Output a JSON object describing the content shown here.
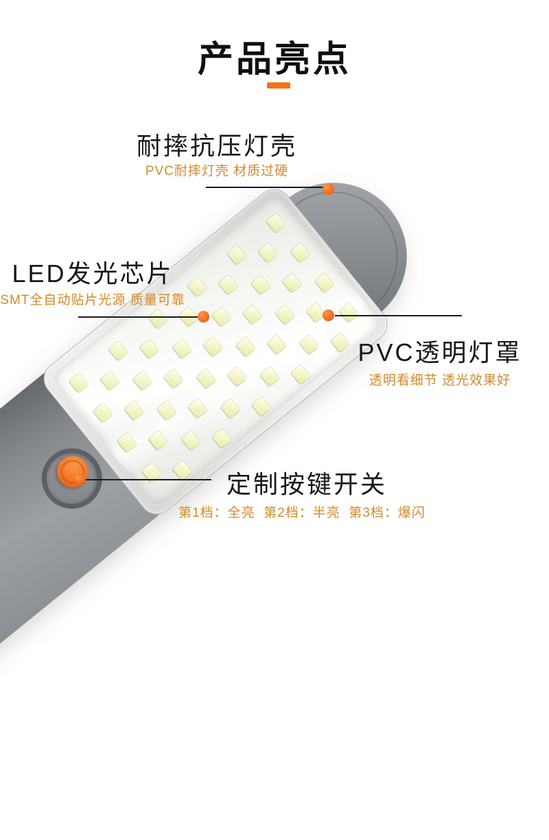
{
  "title": {
    "text": "产品亮点"
  },
  "callouts": {
    "shell": {
      "label": "耐摔抗压灯壳",
      "sub": "PVC耐摔灯壳 材质过硬"
    },
    "led": {
      "label": "LED发光芯片",
      "sub": "SMT全自动贴片光源 质量可靠"
    },
    "cover": {
      "label": "PVC透明灯罩",
      "sub": "透明看细节 透光效果好"
    },
    "switch": {
      "label": "定制按键开关",
      "sub": "第1档：全亮  第2档：半亮  第3档：爆闪"
    }
  },
  "colors": {
    "background": "#ffffff",
    "accent_orange": "#f1730f",
    "sub_label_orange": "#d28a28",
    "label_black": "#161616",
    "body_gray": "#8f9397",
    "panel_white": "#f6f6f2",
    "led_yellow": "#f2f4c2",
    "button_orange": "#f07124"
  },
  "product": {
    "led_rows": 11,
    "led_cols": 4
  }
}
